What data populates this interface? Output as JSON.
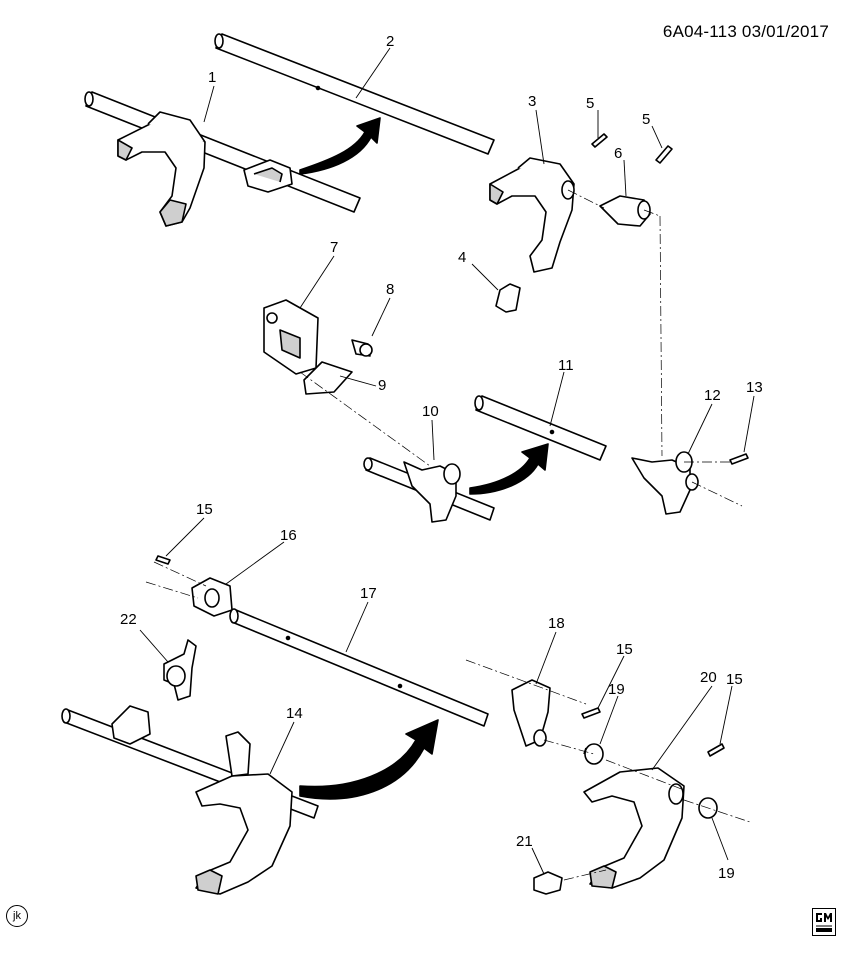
{
  "header": {
    "reference": "6A04-113 03/01/2017"
  },
  "badge": {
    "initials": "jk"
  },
  "logo": {
    "name": "gm-logo"
  },
  "callouts": [
    {
      "id": "c1",
      "text": "1"
    },
    {
      "id": "c2",
      "text": "2"
    },
    {
      "id": "c3",
      "text": "3"
    },
    {
      "id": "c4",
      "text": "4"
    },
    {
      "id": "c5a",
      "text": "5"
    },
    {
      "id": "c5b",
      "text": "5"
    },
    {
      "id": "c6",
      "text": "6"
    },
    {
      "id": "c7",
      "text": "7"
    },
    {
      "id": "c8",
      "text": "8"
    },
    {
      "id": "c9",
      "text": "9"
    },
    {
      "id": "c10",
      "text": "10"
    },
    {
      "id": "c11",
      "text": "11"
    },
    {
      "id": "c12",
      "text": "12"
    },
    {
      "id": "c13",
      "text": "13"
    },
    {
      "id": "c15a",
      "text": "15"
    },
    {
      "id": "c16",
      "text": "16"
    },
    {
      "id": "c17",
      "text": "17"
    },
    {
      "id": "c22",
      "text": "22"
    },
    {
      "id": "c18",
      "text": "18"
    },
    {
      "id": "c15b",
      "text": "15"
    },
    {
      "id": "c20",
      "text": "20"
    },
    {
      "id": "c15c",
      "text": "15"
    },
    {
      "id": "c19a",
      "text": "19"
    },
    {
      "id": "c14",
      "text": "14"
    },
    {
      "id": "c21",
      "text": "21"
    },
    {
      "id": "c19b",
      "text": "19"
    }
  ],
  "colors": {
    "ink": "#000000",
    "fill": "#ffffff",
    "shade": "#cfcfcf"
  }
}
